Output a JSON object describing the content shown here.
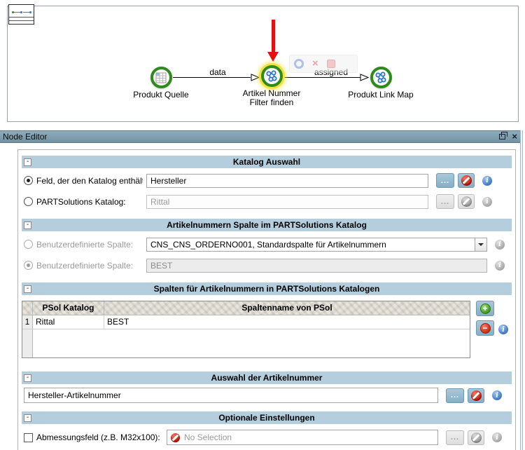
{
  "workflow": {
    "node1_label": "Produkt Quelle",
    "node2_label": "Artikel Nummer Filter finden",
    "node3_label": "Produkt Link Map",
    "edge1_label": "data",
    "edge2_label": "assigned"
  },
  "titlebar": {
    "title": "Node Editor",
    "close_glyph": "×"
  },
  "controls": {
    "browse": "...",
    "collapse": "-",
    "plus": "+",
    "minus": "−",
    "info": "i"
  },
  "sections": {
    "katalog": {
      "title": "Katalog Auswahl",
      "row1_label": "Feld, der den Katalog enthält:",
      "row1_value": "Hersteller",
      "row2_label": "PARTSolutions Katalog:",
      "row2_value": "Rittal"
    },
    "spalte": {
      "title": "Artikelnummern Spalte im PARTSolutions Katalog",
      "row1_label": "Benutzerdefinierte Spalte:",
      "row1_value": "CNS_CNS_ORDERNO001, Standardspalte für Artikelnummern",
      "row2_label": "Benutzerdefinierte Spalte:",
      "row2_value": "BEST"
    },
    "table_section": {
      "title": "Spalten für Artikelnummern in PARTSolutions Katalogen",
      "col1": "PSol Katalog",
      "col2": "Spaltenname von PSol",
      "row_num": "1",
      "cell_katalog": "Rittal",
      "cell_spalte": "BEST"
    },
    "auswahl": {
      "title": "Auswahl der Artikelnummer",
      "value": "Hersteller-Artikelnummer"
    },
    "optional": {
      "title": "Optionale Einstellungen",
      "checkbox_label": "Abmessungsfeld (z.B. M32x100):",
      "value": "No Selection"
    }
  },
  "colors": {
    "band": "#b5cede",
    "titlebar": "#7e9dae",
    "node_ring": "#2f8a1c",
    "alert_red": "#e01212"
  }
}
